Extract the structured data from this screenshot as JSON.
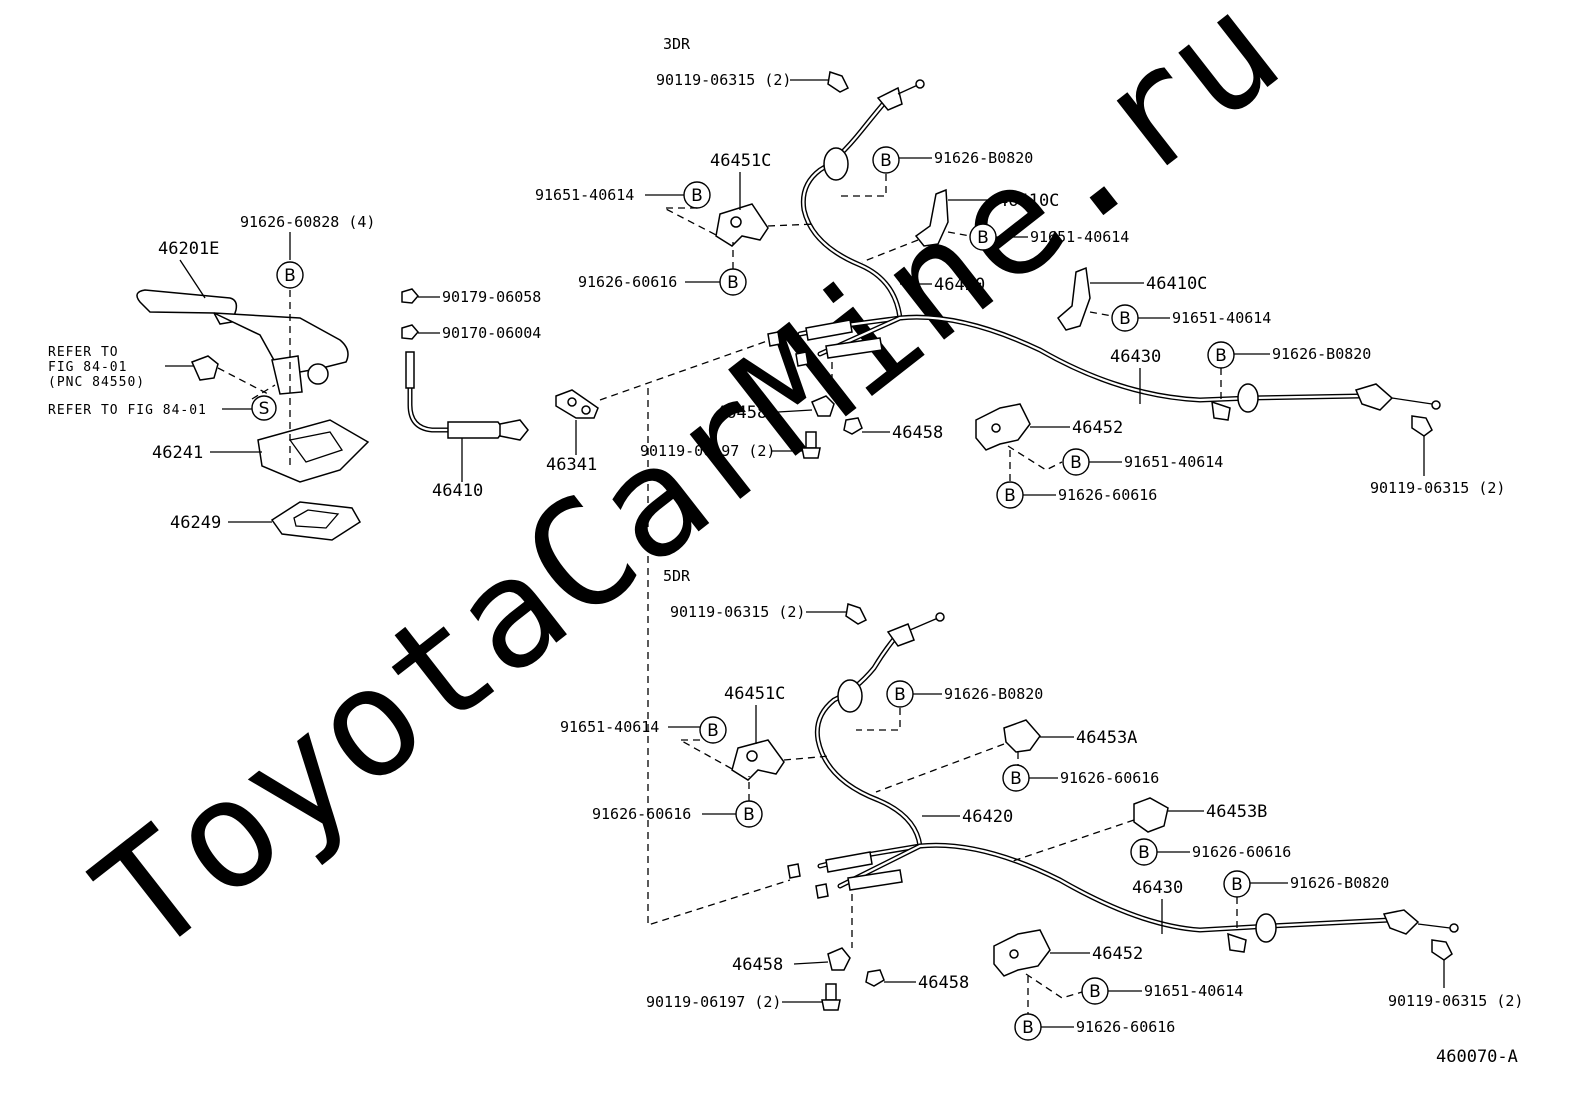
{
  "watermark": "ToyotaCarMine.ru",
  "figure_code": "460070-A",
  "variant_3dr": "3DR",
  "variant_5dr": "5DR",
  "circle_b": "B",
  "circle_s": "S",
  "left": {
    "p46201E": "46201E",
    "p91626_60828": "91626-60828 (4)",
    "refer_line1": "REFER TO",
    "refer_line2": "FIG 84-01",
    "refer_line3": "(PNC 84550)",
    "refer_fig": "REFER TO FIG 84-01",
    "p46241": "46241",
    "p46249": "46249",
    "p90179_06058": "90179-06058",
    "p90170_06004": "90170-06004",
    "p46410": "46410",
    "p46341": "46341"
  },
  "dr3": {
    "p90119_06315_top": "90119-06315 (2)",
    "p91626_B0820_a": "91626-B0820",
    "p46451C": "46451C",
    "p91651_40614_a": "91651-40614",
    "p91626_60616_a": "91626-60616",
    "p46410C_a": "46410C",
    "p91651_40614_b": "91651-40614",
    "p46420": "46420",
    "p46410C_b": "46410C",
    "p91651_40614_c": "91651-40614",
    "p46430": "46430",
    "p91626_B0820_b": "91626-B0820",
    "p46458_a": "46458",
    "p46458_b": "46458",
    "p90119_06197": "90119-06197 (2)",
    "p46452": "46452",
    "p91651_40614_d": "91651-40614",
    "p91626_60616_b": "91626-60616",
    "p90119_06315_right": "90119-06315 (2)"
  },
  "dr5": {
    "p90119_06315_top": "90119-06315 (2)",
    "p91626_B0820_a": "91626-B0820",
    "p46451C": "46451C",
    "p91651_40614_a": "91651-40614",
    "p91626_60616_a": "91626-60616",
    "p46453A": "46453A",
    "p91626_60616_c": "91626-60616",
    "p46420": "46420",
    "p46453B": "46453B",
    "p91626_60616_d": "91626-60616",
    "p46430": "46430",
    "p91626_B0820_b": "91626-B0820",
    "p46458_a": "46458",
    "p46458_b": "46458",
    "p90119_06197": "90119-06197 (2)",
    "p46452": "46452",
    "p91651_40614_b": "91651-40614",
    "p91626_60616_b": "91626-60616",
    "p90119_06315_right": "90119-06315 (2)"
  }
}
